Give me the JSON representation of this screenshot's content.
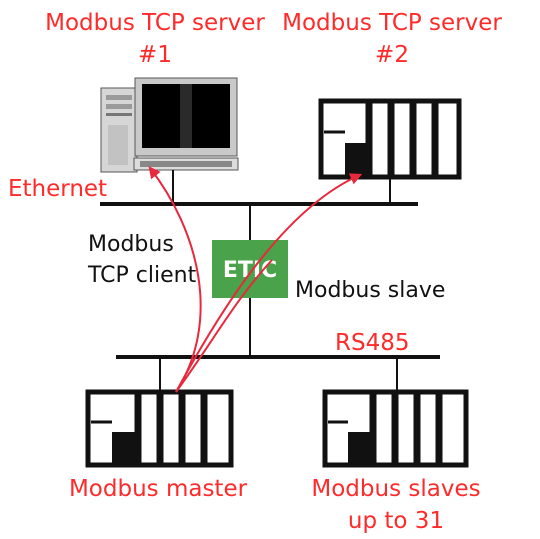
{
  "labels": {
    "server1_line1": "Modbus TCP server",
    "server1_line2": "#1",
    "server2_line1": "Modbus TCP server",
    "server2_line2": "#2",
    "ethernet": "Ethernet",
    "client_line1": "Modbus",
    "client_line2": "TCP client",
    "slave": "Modbus slave",
    "rs485": "RS485",
    "master": "Modbus master",
    "slaves_line1": "Modbus slaves",
    "slaves_line2": "up to 31"
  },
  "etic": {
    "label": "ETIC"
  },
  "colors": {
    "label_red": "#ff2a2a",
    "arrow_red": "#e8283c",
    "etic_green": "#4aa34a",
    "line_black": "#111111"
  }
}
